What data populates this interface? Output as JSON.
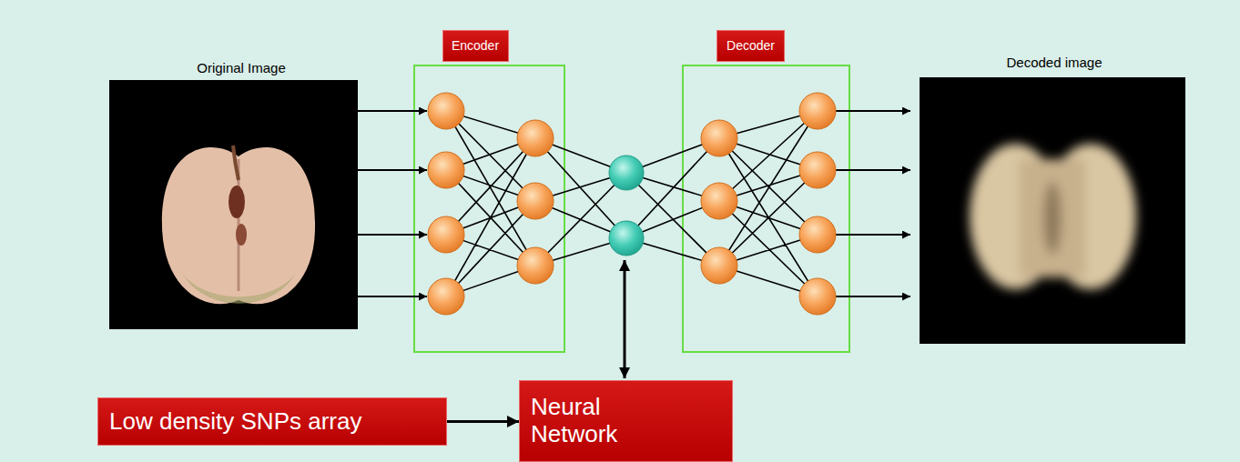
{
  "diagram": {
    "nodes": [
      {
        "text": [
          "Encoder"
        ]
      },
      {
        "text": [
          "Decoder"
        ]
      },
      {
        "text": [
          "Low density SNPs array"
        ]
      },
      {
        "text": [
          "Neural Network"
        ]
      }
    ],
    "edges": [
      {
        "from": 2,
        "to": 3,
        "arrow": "to"
      }
    ],
    "labels": [
      "Original Image",
      "Decoded image"
    ]
  }
}
